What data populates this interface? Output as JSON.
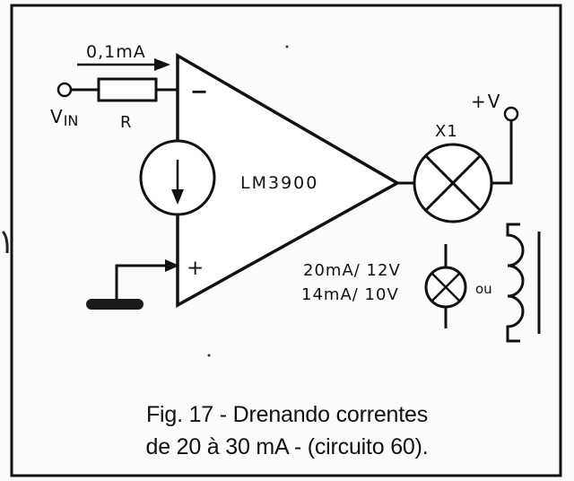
{
  "labels": {
    "current": "0,1mA",
    "vin_main": "V",
    "vin_sub": "IN",
    "resistor": "R",
    "minus": "−",
    "plus": "+",
    "chip": "LM3900",
    "supply": "+V",
    "lamp": "X1",
    "rating_1": "20mA/ 12V",
    "rating_2": "14mA/ 10V",
    "alt": "ou"
  },
  "caption": {
    "line1": "Fig. 17 - Drenando correntes",
    "line2": "de 20 à 30 mA - (circuito 60)."
  }
}
